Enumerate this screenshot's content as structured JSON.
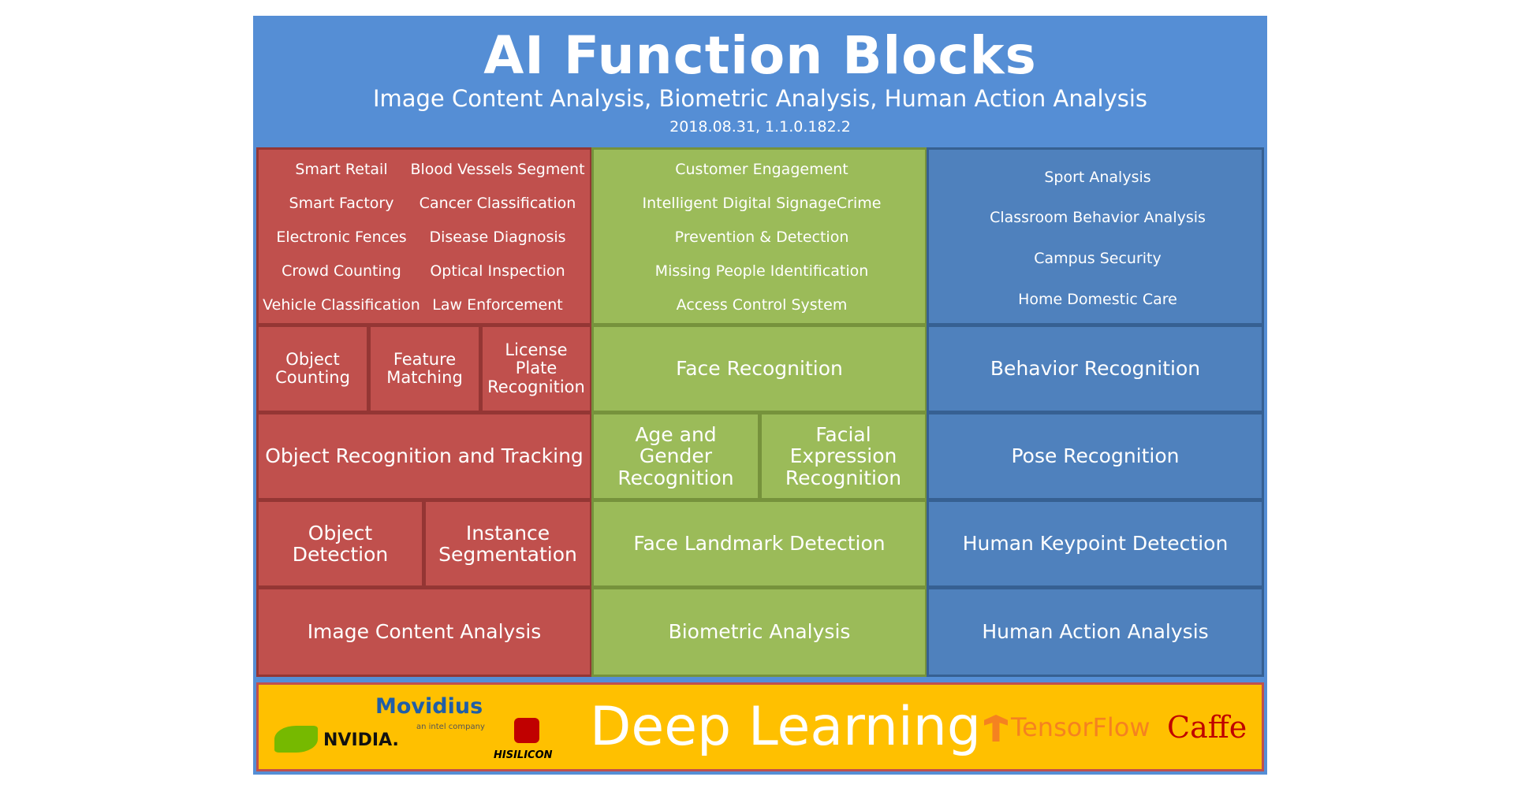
{
  "header": {
    "title": "AI Function Blocks",
    "subtitle": "Image Content Analysis, Biometric Analysis, Human Action Analysis",
    "version": "2018.08.31, 1.1.0.182.2"
  },
  "image_content": {
    "applications_left": [
      "Smart Retail",
      "Smart Factory",
      "Electronic Fences",
      "Crowd Counting",
      "Vehicle Classification"
    ],
    "applications_right": [
      "Blood Vessels Segment",
      "Cancer Classification",
      "Disease Diagnosis",
      "Optical Inspection",
      "Law Enforcement"
    ],
    "object_counting": "Object Counting",
    "feature_matching": "Feature Matching",
    "license_plate": "License Plate Recognition",
    "object_recognition": "Object Recognition and Tracking",
    "object_detection": "Object Detection",
    "instance_segmentation": "Instance Segmentation",
    "base": "Image Content Analysis"
  },
  "biometric": {
    "applications": [
      "Customer Engagement",
      "Intelligent Digital SignageCrime",
      "Prevention & Detection",
      "Missing People Identification",
      "Access Control System"
    ],
    "face_recognition": "Face Recognition",
    "age_gender": "Age and Gender Recognition",
    "facial_expression": "Facial Expression Recognition",
    "face_landmark": "Face Landmark Detection",
    "base": "Biometric Analysis"
  },
  "human_action": {
    "applications": [
      "Sport Analysis",
      "Classroom Behavior Analysis",
      "Campus Security",
      "Home Domestic Care"
    ],
    "behavior": "Behavior Recognition",
    "pose": "Pose Recognition",
    "keypoint": "Human Keypoint Detection",
    "base": "Human Action Analysis"
  },
  "deep_learning": {
    "label": "Deep Learning",
    "logos": {
      "movidius": "Movidius",
      "intel_note": "an intel company",
      "nvidia": "NVIDIA.",
      "hisilicon": "HISILICON",
      "tensorflow": "TensorFlow",
      "caffe": "Caffe"
    }
  },
  "colors": {
    "header_blue": "#558ed5",
    "red": "#c0504d",
    "green": "#9bbb59",
    "blue": "#4f81bd",
    "yellow": "#ffc000"
  }
}
